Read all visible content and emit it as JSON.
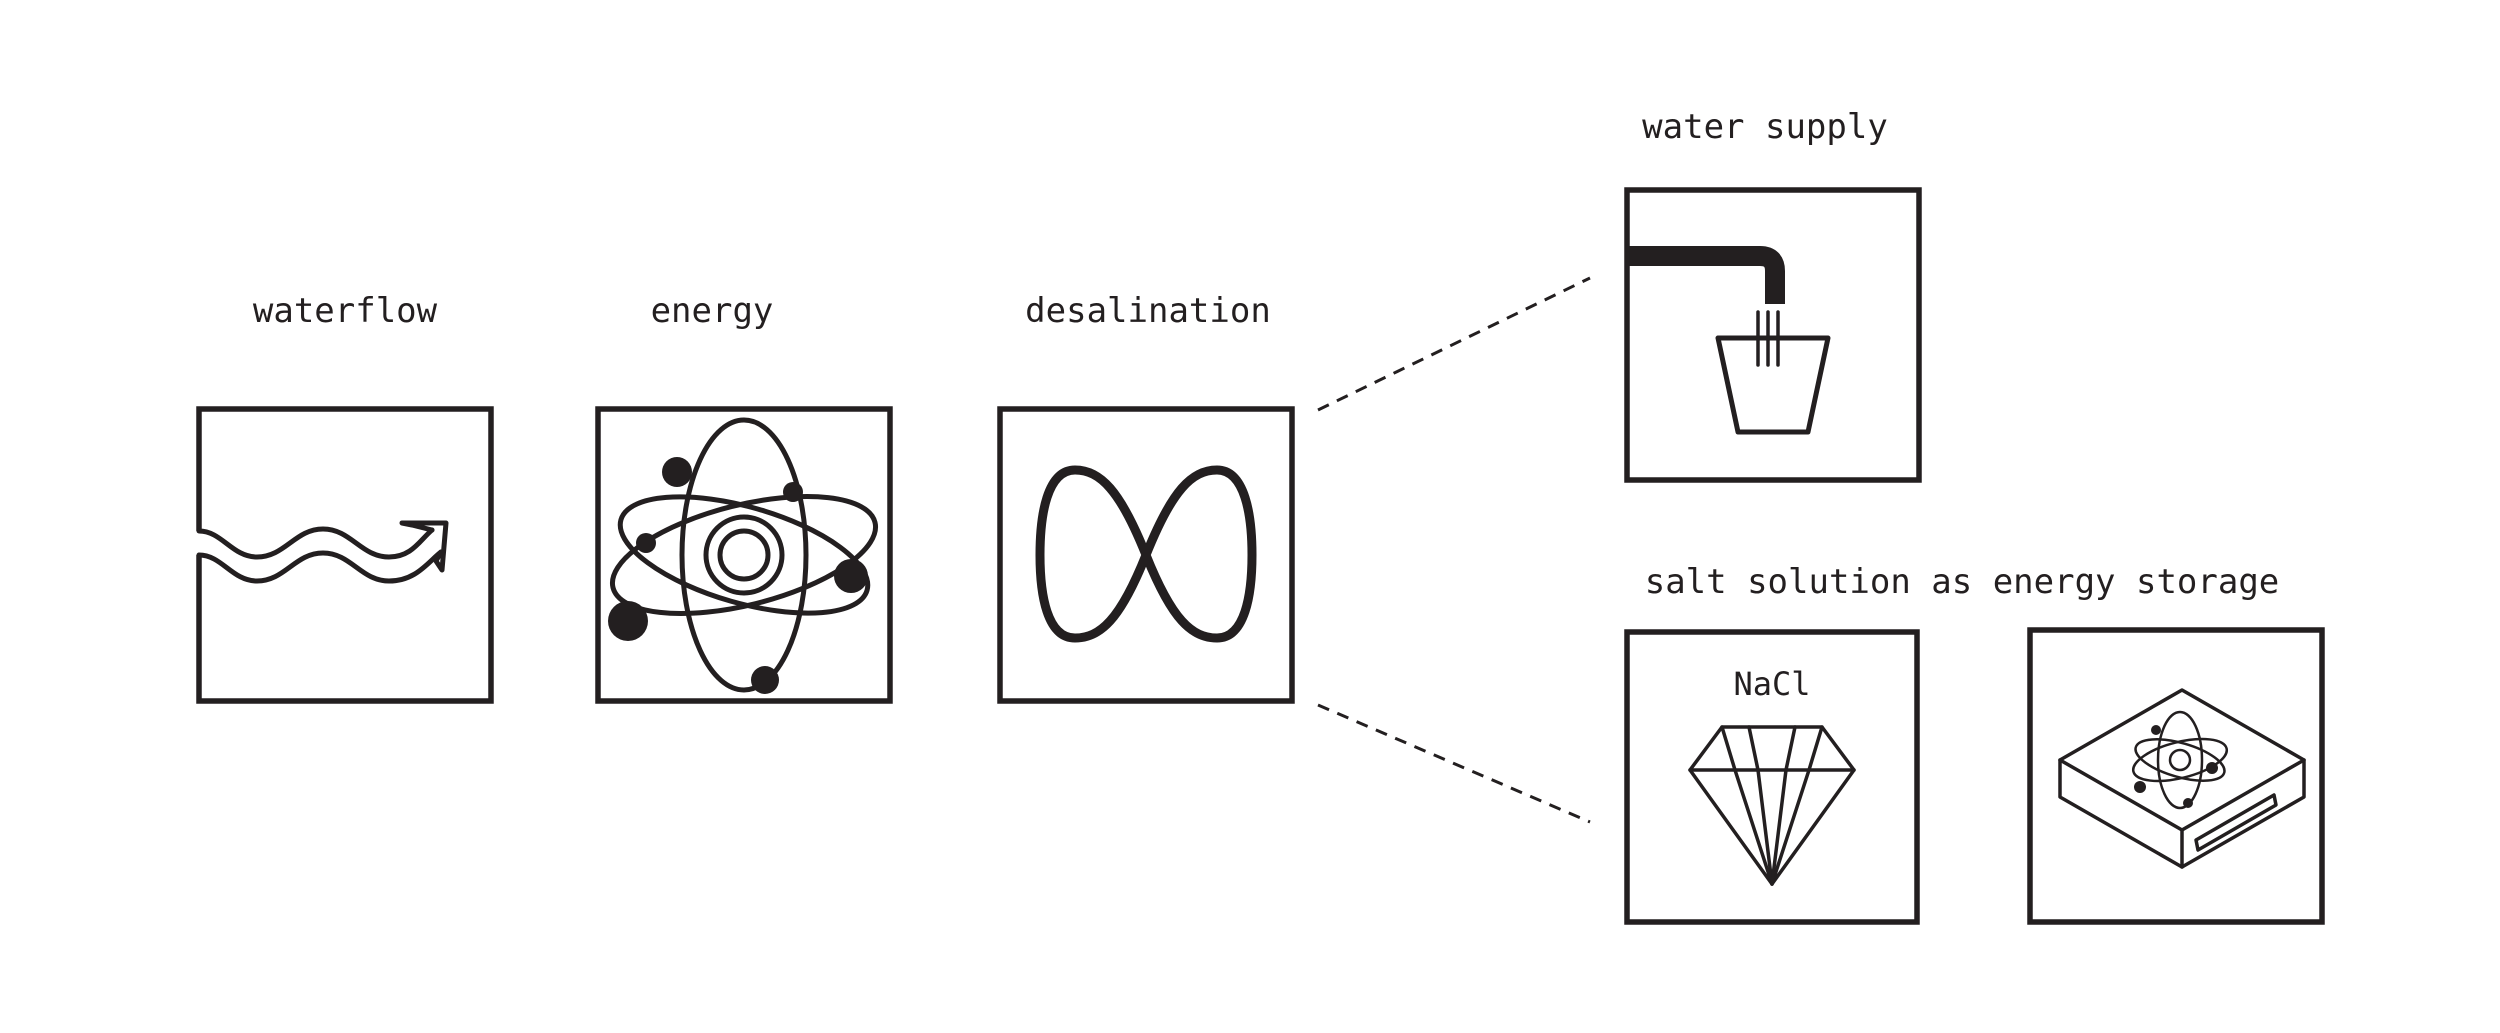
{
  "labels": {
    "waterflow": "waterflow",
    "energy": "energy",
    "desalination": "desalination",
    "water_supply": "water supply",
    "salt_solution": "salt solution as energy storage",
    "nacl": "NaCl"
  },
  "icons": {
    "waterflow": "wave-arrow-icon",
    "energy": "atom-icon",
    "desalination": "infinity-icon",
    "water_supply": "faucet-bucket-icon",
    "salt": "diamond-crystal-icon",
    "storage": "energy-storage-box-icon"
  },
  "colors": {
    "ink": "#231f20",
    "background": "#ffffff"
  }
}
